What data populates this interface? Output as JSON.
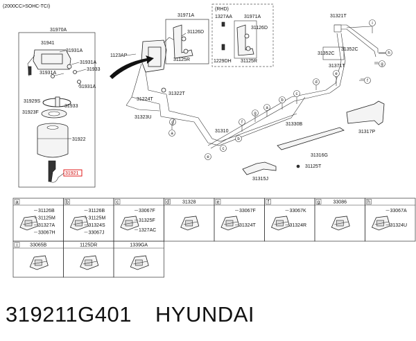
{
  "header_note": "(2000CC>SOHC-TCI)",
  "rhd_label": "(RHD)",
  "main_labels": {
    "l31970A": "31970A",
    "l31941": "31941",
    "l31931A_1": "31931A",
    "l31931A_2": "31931A",
    "l31931A_3": "31931A",
    "l31931A_4": "31931A",
    "l31933_1": "31933",
    "l31929S": "31929S",
    "l31933_2": "31933",
    "l31923F": "31923F",
    "l31922": "31922",
    "l31921": "31921",
    "l31971A_1": "31971A",
    "l31126D_1": "31126D",
    "l31125R_1": "31125R",
    "l1123AP": "1123AP",
    "l1327AA": "1327AA",
    "l31971A_2": "31971A",
    "l31126D_2": "31126D",
    "l1229DH": "1229DH",
    "l31125R_2": "31125R",
    "l31321T": "31321T",
    "l31352C_1": "31352C",
    "l31352C_2": "31352C",
    "l31371T": "31371T",
    "l31322T": "31322T",
    "l31224T": "31224T",
    "l31323U": "31323U",
    "l31310": "31310",
    "l31330B": "31330B",
    "l31317P": "31317P",
    "l31316G": "31316G",
    "l31125T": "31125T",
    "l31315J": "31315J"
  },
  "callout_letters": {
    "i": "i",
    "h": "h",
    "g": "g",
    "f": "f",
    "e": "e",
    "d_top": "d",
    "c_top": "c",
    "b_top": "b",
    "a_top": "a",
    "a_low": "a",
    "b_low": "b",
    "c_low": "c",
    "d_low": "d",
    "e_low": "e",
    "f_low": "f",
    "g_low": "g"
  },
  "table": {
    "cells": [
      {
        "letter": "a",
        "title": "",
        "labels": [
          "31126B",
          "31125M",
          "31327A",
          "33067H"
        ]
      },
      {
        "letter": "b",
        "title": "",
        "labels": [
          "31126B",
          "31125M",
          "31324S",
          "33067J"
        ]
      },
      {
        "letter": "c",
        "title": "",
        "labels": [
          "33067F",
          "31325F",
          "1327AC"
        ]
      },
      {
        "letter": "d",
        "title": "31328",
        "labels": []
      },
      {
        "letter": "e",
        "title": "",
        "labels": [
          "33067F",
          "31324T"
        ]
      },
      {
        "letter": "f",
        "title": "",
        "labels": [
          "33067K",
          "31324R"
        ]
      },
      {
        "letter": "g",
        "title": "33086",
        "labels": []
      },
      {
        "letter": "h",
        "title": "",
        "labels": [
          "33067A",
          "31324U"
        ]
      },
      {
        "letter": "i",
        "title": "33065B",
        "labels": []
      },
      {
        "letter": "",
        "title": "1125DR",
        "labels": []
      },
      {
        "letter": "",
        "title": "1339GA",
        "labels": []
      }
    ]
  },
  "footer": {
    "part_number": "319211G401",
    "brand": "HYUNDAI"
  }
}
